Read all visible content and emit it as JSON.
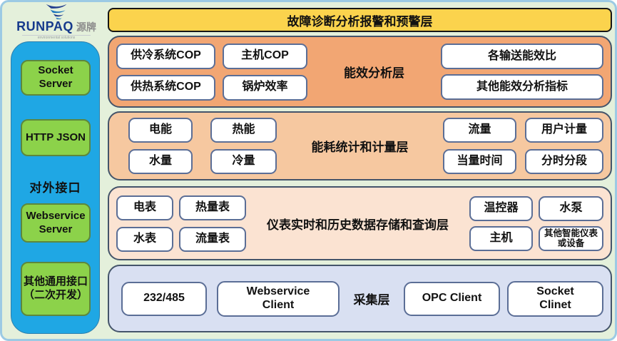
{
  "logo": {
    "brand": "RUNPAQ",
    "brand_cn": "源牌",
    "tagline": "environmental solutions"
  },
  "sidebar": {
    "title": "对外接口",
    "items": [
      "Socket Server",
      "HTTP JSON",
      "Webservice Server",
      "其他通用接口（二次开发）"
    ]
  },
  "alert_layer": {
    "label": "故障诊断分析报警和预警层"
  },
  "layers": [
    {
      "label": "能效分析层",
      "left_boxes": [
        "供冷系统COP",
        "主机COP",
        "供热系统COP",
        "锅炉效率"
      ],
      "right_boxes": [
        "各输送能效比",
        "其他能效分析指标"
      ]
    },
    {
      "label": "能耗统计和计量层",
      "left_boxes": [
        "电能",
        "热能",
        "水量",
        "冷量"
      ],
      "right_boxes": [
        "流量",
        "用户计量",
        "当量时间",
        "分时分段"
      ]
    },
    {
      "label": "仪表实时和历史数据存储和查询层",
      "left_boxes": [
        "电表",
        "热量表",
        "水表",
        "流量表"
      ],
      "right_boxes": [
        "温控器",
        "水泵",
        "主机",
        "其他智能仪表或设备"
      ]
    },
    {
      "label": "采集层",
      "left_boxes": [
        "232/485",
        "Webservice Client"
      ],
      "right_boxes": [
        "OPC Client",
        "Socket Clinet"
      ]
    }
  ],
  "colors": {
    "outer_bg": "#e4f0db",
    "outer_border": "#9ccae4",
    "sidebar_bg": "#1fa7e4",
    "sidebar_item_bg": "#8cd24a",
    "alert_bg": "#fbd34d",
    "energy_analysis_bg": "#f2a673",
    "energy_stats_bg": "#f6c8a0",
    "meter_storage_bg": "#fbe3d2",
    "collection_bg": "#d9e0f2",
    "node_border": "#5b6e96",
    "layer_border": "#44546a",
    "brand_blue": "#163a8c"
  }
}
